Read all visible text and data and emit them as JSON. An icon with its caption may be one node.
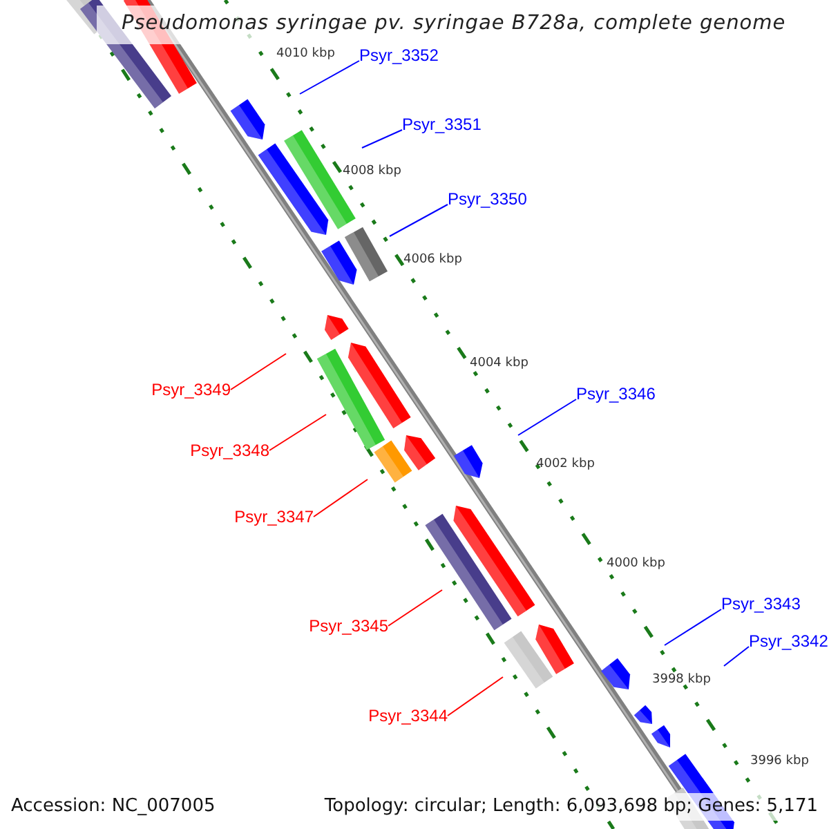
{
  "diagram": {
    "title": "Pseudomonas syringae pv. syringae B728a, complete genome",
    "nodes": [
      {
        "text": [
          "Psyr_3352"
        ]
      },
      {
        "text": [
          "Psyr_3351"
        ]
      },
      {
        "text": [
          "Psyr_3350"
        ]
      },
      {
        "text": [
          "Psyr_3349"
        ]
      },
      {
        "text": [
          "Psyr_3348"
        ]
      },
      {
        "text": [
          "Psyr_3347"
        ]
      },
      {
        "text": [
          "Psyr_3346"
        ]
      },
      {
        "text": [
          "Psyr_3345"
        ]
      },
      {
        "text": [
          "Psyr_3344"
        ]
      },
      {
        "text": [
          "Psyr_3343"
        ]
      },
      {
        "text": [
          "Psyr_3342"
        ]
      }
    ],
    "edges": [
      {
        "from": 0,
        "to": null,
        "arrow": "none"
      },
      {
        "from": 1,
        "to": null,
        "arrow": "none"
      },
      {
        "from": 2,
        "to": null,
        "arrow": "none"
      },
      {
        "from": 3,
        "to": null,
        "arrow": "none",
        "color": "#ff0000"
      },
      {
        "from": 4,
        "to": null,
        "arrow": "none",
        "color": "#ff0000"
      },
      {
        "from": 5,
        "to": null,
        "arrow": "none",
        "color": "#ff0000"
      },
      {
        "from": 6,
        "to": null,
        "arrow": "none"
      },
      {
        "from": 7,
        "to": null,
        "arrow": "none",
        "color": "#ff0000"
      },
      {
        "from": 8,
        "to": null,
        "arrow": "none",
        "color": "#ff0000"
      },
      {
        "from": 9,
        "to": null,
        "arrow": "none"
      },
      {
        "from": 10,
        "to": null,
        "arrow": "none"
      }
    ],
    "labels": [
      "4010 kbp",
      "4008 kbp",
      "4006 kbp",
      "4004 kbp",
      "4002 kbp",
      "4000 kbp",
      "3998 kbp",
      "3996 kbp",
      "Accession: NC_007005",
      "Topology: circular; Length: 6,093,698 bp; Genes: 5,171"
    ]
  }
}
